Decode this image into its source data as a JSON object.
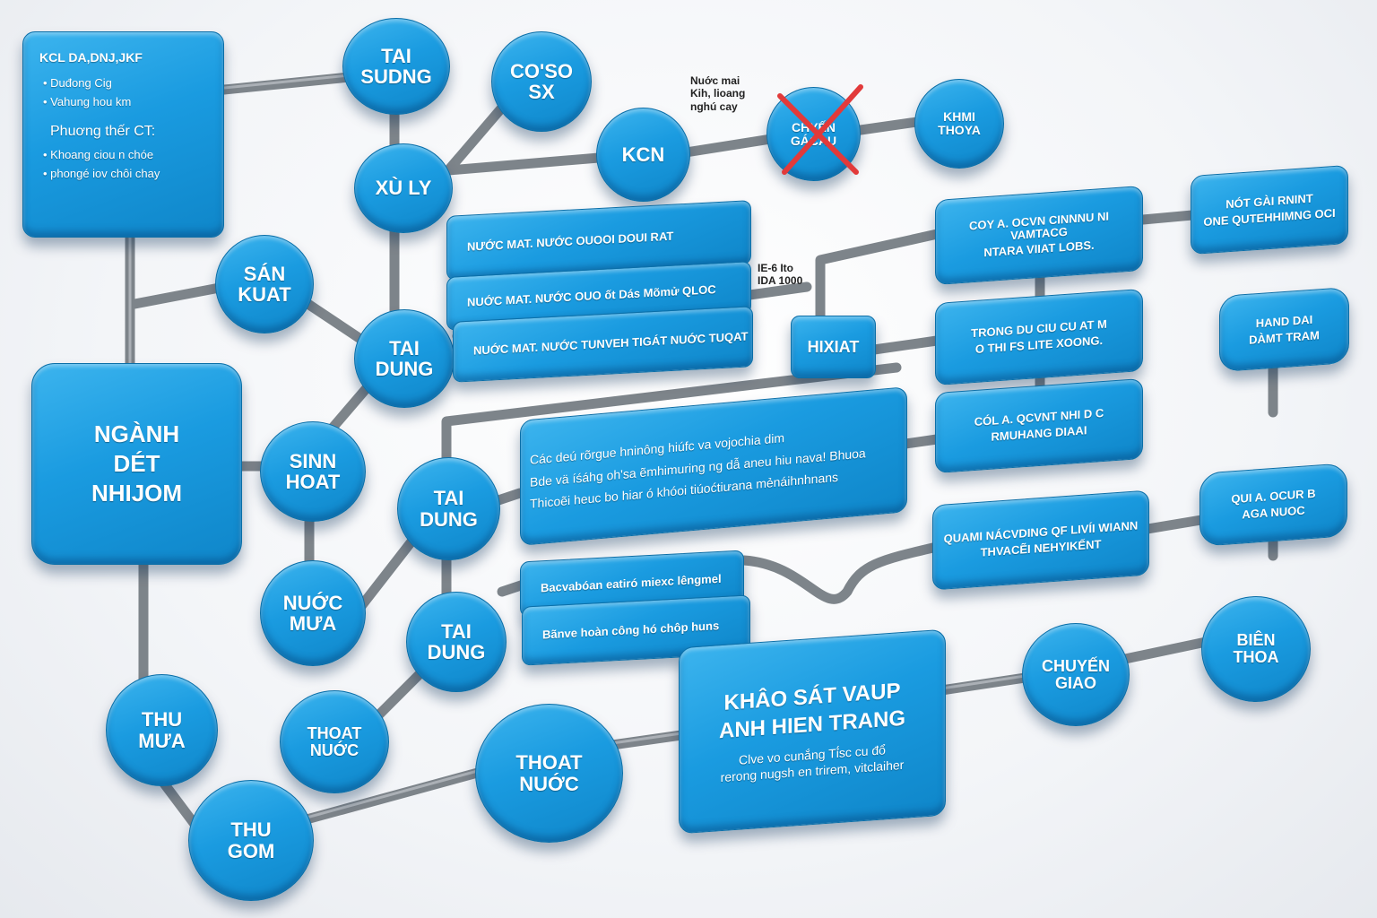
{
  "legend": {
    "title": "KCL DA,DNJ,JKF",
    "items": [
      "Duđong Cig",
      "Vahung hou km"
    ],
    "subtitle": "Phuơng thếr CT:",
    "sub_items": [
      "Khoang ciou n chóe",
      "phongé iov chôi chay"
    ]
  },
  "nodes": {
    "tai_sung": [
      "TAI",
      "SUDNG"
    ],
    "co_so": [
      "CO'SO",
      "SX"
    ],
    "xu_ly": [
      "XÙ LY"
    ],
    "kcn": [
      "KCN"
    ],
    "chuyen_crossed": [
      "CHYẾN",
      "GÁCAU"
    ],
    "khi_thoa": [
      "KHMI",
      "THOYA"
    ],
    "san_kuat": [
      "SÁN",
      "KUAT"
    ],
    "tai_dung_1": [
      "TAI",
      "DUNG"
    ],
    "nganh": [
      "NGÀNH",
      "DÉT",
      "NHIJOM"
    ],
    "sinh_hoat": [
      "SINN",
      "HOAT"
    ],
    "tai_dung_2": [
      "TAI",
      "DUNG"
    ],
    "nuoc_mua": [
      "NUỚC",
      "MƯA"
    ],
    "tai_dung_3": [
      "TAI",
      "DUNG"
    ],
    "thu_mua": [
      "THU",
      "MƯA"
    ],
    "thoat_nuoc_1": [
      "THOAT",
      "NUỚC"
    ],
    "thu_gom": [
      "THU",
      "GOM"
    ],
    "thoat_nuoc_2": [
      "THOAT",
      "NUỚC"
    ],
    "hixiat": [
      "HIXIAT"
    ],
    "chuyen_giao": [
      "CHUYẾN",
      "GIAO"
    ],
    "bien_thoa": [
      "BIÊN",
      "THOA"
    ]
  },
  "bars": {
    "bar1": "NƯỚC MAT. NƯỚC OUOOI DOUI RAT",
    "bar2": "NUỚC MAT. NƯỚC OUO ốt Dás Mõmử QLOC",
    "bar3": "NUỚC MAT. NƯỚC TUNVEH TIGÁT NUỚC TUQAT",
    "bar4": "Bacvabóan eatiró miexc lêngmel",
    "bar5": "Bãnve hoàn công hó chôp huns"
  },
  "cards": {
    "card_top": [
      "COY A. OCVN CINNNU NI VAMTACG",
      "NTARA VIIAT LOBS."
    ],
    "card_mid": [
      "TRONG DU CIU CU AT M",
      "O THI FS LITE XOONG."
    ],
    "card_low": [
      "CÓL A. QCVNT NHI D C",
      "RMUHANG DIAAI"
    ],
    "card_wide": [
      "Các deú rõrgue hninông hiúfc va vojochia dim",
      "Bde vä íśáhg oh'sa ẽmhimuring ng dẫ aneu  hiu nava! Bhuoa",
      "Thicoẽi heuc bo hiar ó khóoi tiúoćtiưana mẻnáihnhnans"
    ],
    "card_mid2": [
      "QUAMI NÁCVDING QF LIVÍI WIANN",
      "THVACẼI NEHYIKẾNT"
    ],
    "card_right1": [
      "NÓT GÀI RNINT",
      "ONE QUTEHHIMNG OCI"
    ],
    "card_right2": [
      "HAND DAI",
      "DÀMT TRAM"
    ],
    "card_right3": [
      "QUI A. OCUR B",
      "AGA NUOC"
    ],
    "khao_sat": [
      "KHÂO SÁT VAUP",
      "ANH HIEN TRANG"
    ],
    "khao_sat_sub": [
      "Clve vo cunắng Tỉ́sc cu đổ",
      "rerong nugsh en trirem, vitclaiher"
    ]
  },
  "notes": {
    "note_top": [
      "Nuớc mai",
      "Kih, lioang",
      "nghú cay"
    ],
    "note_mid": [
      "IE-6 Ito",
      "IDA 1000"
    ]
  },
  "colors": {
    "node_blue": "#1a9be0",
    "pipe_gray": "#8a9096",
    "strike_red": "#e23a3a"
  }
}
